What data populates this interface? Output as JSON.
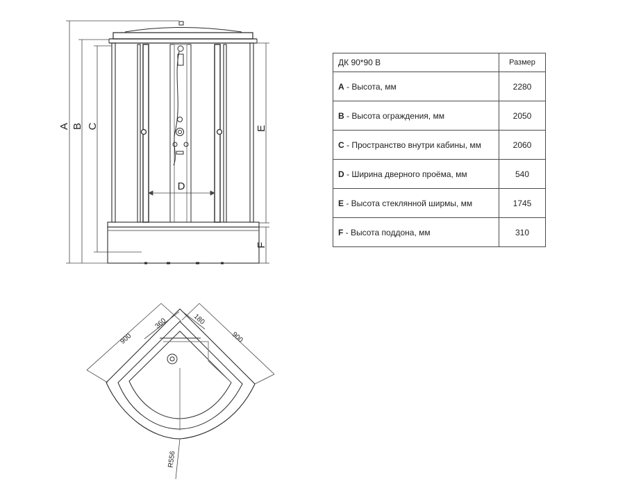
{
  "spec_table": {
    "title": "ДК 90*90 В",
    "size_header": "Размер",
    "rows": [
      {
        "letter": "A",
        "label": " - Высота, мм",
        "value": "2280"
      },
      {
        "letter": "B",
        "label": " - Высота ограждения, мм",
        "value": "2050"
      },
      {
        "letter": "C",
        "label": " - Пространство внутри кабины, мм",
        "value": "2060"
      },
      {
        "letter": "D",
        "label": " - Ширина дверного проёма, мм",
        "value": "540"
      },
      {
        "letter": "E",
        "label": " - Высота стеклянной ширмы, мм",
        "value": "1745"
      },
      {
        "letter": "F",
        "label": " - Высота поддона, мм",
        "value": "310"
      }
    ]
  },
  "front_view": {
    "dim_letters": {
      "a": "A",
      "b": "B",
      "c": "C",
      "d": "D",
      "e": "E",
      "f": "F"
    }
  },
  "top_view": {
    "dims": {
      "side_left": "900",
      "side_right": "900",
      "door_left": "360",
      "door_right": "180",
      "radius": "R556"
    }
  }
}
